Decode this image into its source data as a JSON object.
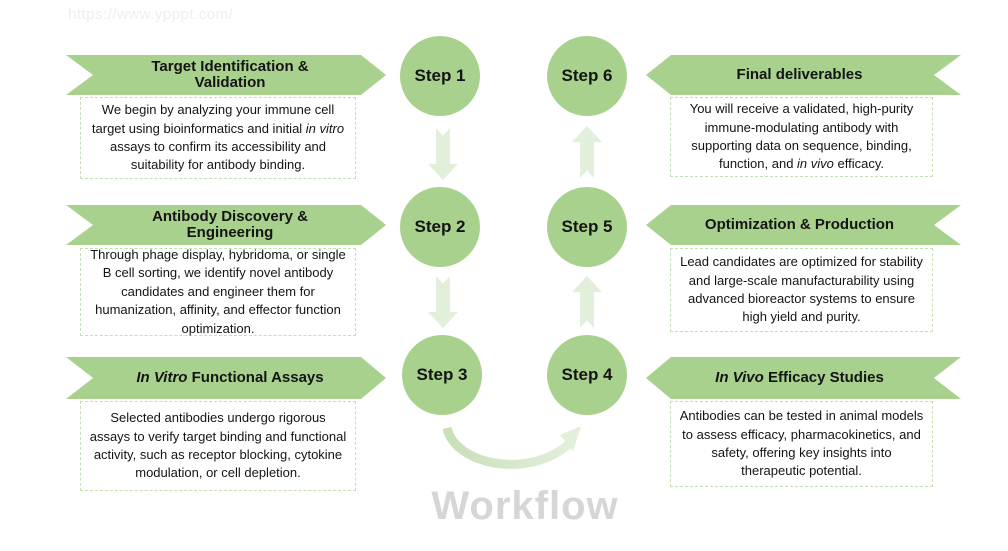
{
  "watermark": "https://www.ypppt.com/",
  "footer": {
    "title": "Workflow"
  },
  "colors": {
    "banner_green": "#a9d18e",
    "pale_arrow_green": "#e2efda",
    "dashed_border_green": "#c5e0b4",
    "workflow_title_gray": "#d6d6d6",
    "watermark_gray": "#eeeeec"
  },
  "steps": [
    {
      "label": "Step 1"
    },
    {
      "label": "Step 2"
    },
    {
      "label": "Step 3"
    },
    {
      "label": "Step 4"
    },
    {
      "label": "Step 5"
    },
    {
      "label": "Step 6"
    }
  ],
  "left_panels": [
    {
      "title_parts": [
        {
          "text": "Target Identification & Validation",
          "italic": false
        }
      ],
      "desc_parts": [
        {
          "text": "We begin by analyzing your immune cell target using bioinformatics and initial ",
          "italic": false
        },
        {
          "text": "in vitro",
          "italic": true
        },
        {
          "text": " assays to confirm its accessibility and suitability for antibody binding.",
          "italic": false
        }
      ]
    },
    {
      "title_parts": [
        {
          "text": "Antibody Discovery & Engineering",
          "italic": false
        }
      ],
      "desc_parts": [
        {
          "text": "Through phage display, hybridoma, or single B cell sorting, we identify novel antibody candidates and engineer them for humanization, affinity, and effector function optimization.",
          "italic": false
        }
      ]
    },
    {
      "title_parts": [
        {
          "text": "In Vitro",
          "italic": true
        },
        {
          "text": " Functional Assays",
          "italic": false
        }
      ],
      "desc_parts": [
        {
          "text": "Selected antibodies undergo rigorous assays to verify target binding and functional activity, such as receptor blocking, cytokine modulation, or cell depletion.",
          "italic": false
        }
      ]
    }
  ],
  "right_panels": [
    {
      "title_parts": [
        {
          "text": "Final deliverables",
          "italic": false
        }
      ],
      "desc_parts": [
        {
          "text": "You will receive a validated, high-purity immune-modulating antibody with supporting data on sequence, binding, function, and ",
          "italic": false
        },
        {
          "text": "in vivo",
          "italic": true
        },
        {
          "text": " efficacy.",
          "italic": false
        }
      ]
    },
    {
      "title_parts": [
        {
          "text": "Optimization & Production",
          "italic": false
        }
      ],
      "desc_parts": [
        {
          "text": "Lead candidates are optimized for stability and large-scale manufacturability using advanced bioreactor systems to ensure high yield and purity.",
          "italic": false
        }
      ]
    },
    {
      "title_parts": [
        {
          "text": "In Vivo",
          "italic": true
        },
        {
          "text": " Efficacy Studies",
          "italic": false
        }
      ],
      "desc_parts": [
        {
          "text": "Antibodies can be tested in animal models to assess efficacy, pharmacokinetics, and safety, offering key insights into therapeutic potential.",
          "italic": false
        }
      ]
    }
  ]
}
